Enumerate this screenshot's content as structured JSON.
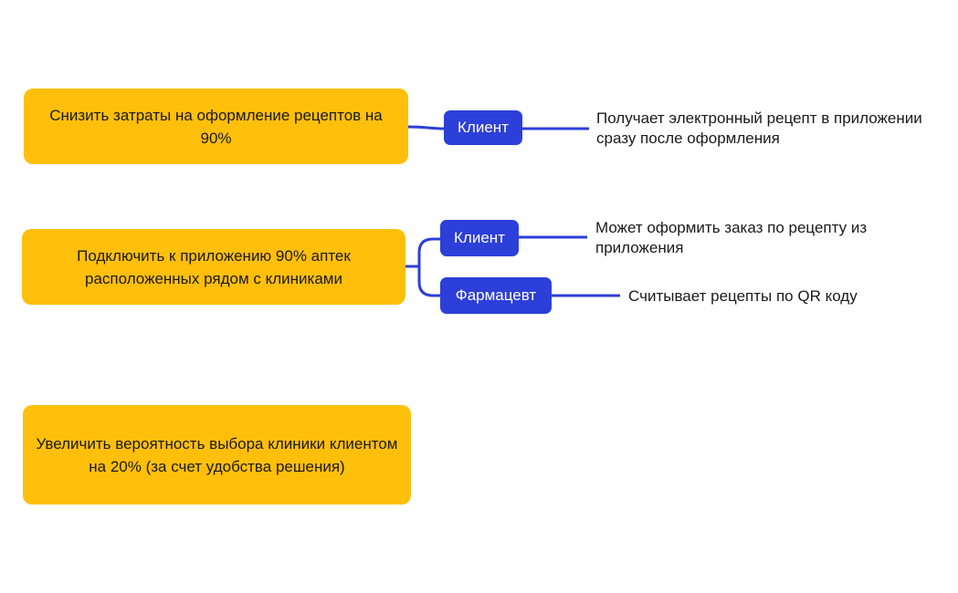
{
  "colors": {
    "goal_fill": "#FFBF0B",
    "role_fill": "#2C3FD9",
    "connector": "#2C3FD9"
  },
  "goals": [
    {
      "text": "Снизить затраты на оформление рецептов на 90%",
      "branches": [
        {
          "role": "Клиент",
          "description": "Получает электронный рецепт в приложении сразу после оформления"
        }
      ]
    },
    {
      "text": "Подключить к приложению 90% аптек расположенных рядом с клиниками",
      "branches": [
        {
          "role": "Клиент",
          "description": "Может оформить заказ по рецепту из приложения"
        },
        {
          "role": "Фармацевт",
          "description": "Считывает рецепты по QR коду"
        }
      ]
    },
    {
      "text": "Увеличить вероятность выбора клиники клиентом на 20% (за счет удобства решения)",
      "branches": []
    }
  ]
}
